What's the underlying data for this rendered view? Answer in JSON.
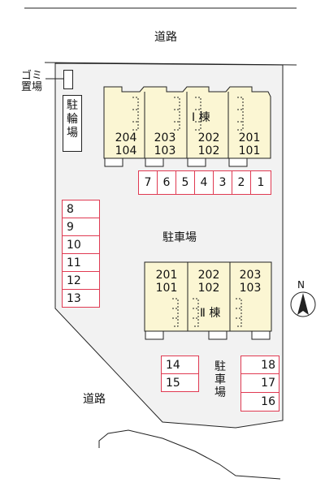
{
  "roads": {
    "top_label": "道路",
    "left_label": "道路"
  },
  "parking": {
    "center_label": "駐車場",
    "lower_label": "駐\n車\n場",
    "top_row": [
      "7",
      "6",
      "5",
      "4",
      "3",
      "2",
      "1"
    ],
    "left_column": [
      "8",
      "9",
      "10",
      "11",
      "12",
      "13"
    ],
    "lower_left": [
      "14",
      "15"
    ],
    "lower_right": [
      "18",
      "17",
      "16"
    ]
  },
  "bike_parking": {
    "label": "駐\n輪\n場"
  },
  "garbage": {
    "label": "ゴミ\n置場"
  },
  "building_1": {
    "label": "I 棟",
    "units": [
      {
        "upper": "204",
        "lower": "104"
      },
      {
        "upper": "203",
        "lower": "103"
      },
      {
        "upper": "202",
        "lower": "102"
      },
      {
        "upper": "201",
        "lower": "101"
      }
    ]
  },
  "building_2": {
    "label": "Ⅱ 棟",
    "units": [
      {
        "upper": "201",
        "lower": "101"
      },
      {
        "upper": "202",
        "lower": "102"
      },
      {
        "upper": "203",
        "lower": "103"
      }
    ]
  },
  "compass": {
    "label": "N"
  },
  "colors": {
    "lot_fill": "#f2f2f2",
    "building_fill": "#fbf6d3",
    "stall_border": "#e03a52",
    "line": "#222222"
  }
}
